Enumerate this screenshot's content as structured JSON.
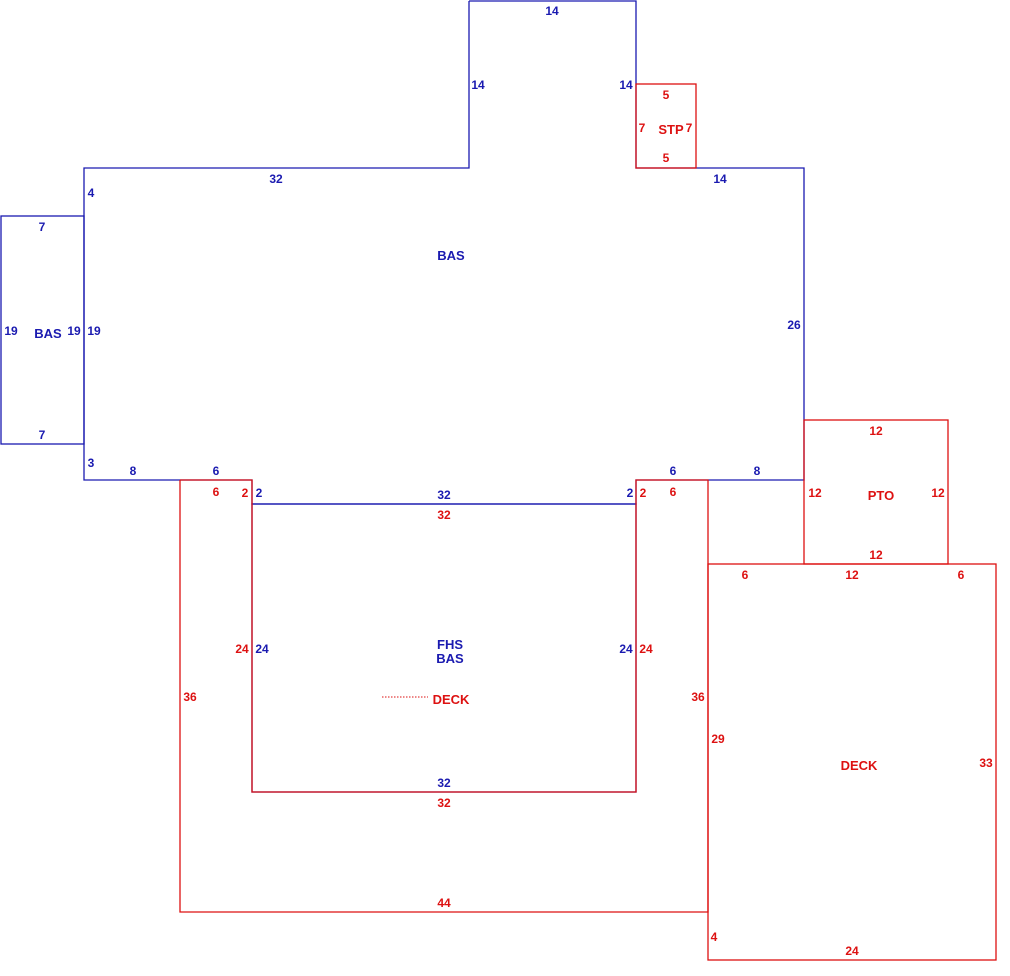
{
  "colors": {
    "building": "#1a1ab0",
    "addition": "#dd1111"
  },
  "areas": {
    "bas_main": "BAS",
    "bas_left": "BAS",
    "stp": "STP",
    "pto": "PTO",
    "fhs": "FHS",
    "fhs_bas": "BAS",
    "deck_inner": "DECK",
    "deck_right": "DECK"
  },
  "dims": {
    "top_14": "14",
    "top_left_14": "14",
    "top_right_14": "14",
    "main_top_32": "32",
    "main_left_4": "4",
    "left_top_7": "7",
    "left_bottom_7": "7",
    "left_outer_19": "19",
    "left_inner_19": "19",
    "main_left_19": "19",
    "main_left_3": "3",
    "main_bottom_8": "8",
    "main_bottom_6_left": "6",
    "main_right_14": "14",
    "main_right_26": "26",
    "main_bottom_6_right": "6",
    "main_bottom_8_right": "8",
    "stp_top_5": "5",
    "stp_left_7": "7",
    "stp_right_7": "7",
    "stp_bottom_5": "5",
    "fhs_top_32": "32",
    "fhs_left_24": "24",
    "fhs_right_24": "24",
    "fhs_bottom_32": "32",
    "fhs_left_2": "2",
    "fhs_right_2": "2",
    "deck_6_left": "6",
    "deck_2_left": "2",
    "deck_32_top": "32",
    "deck_24_left": "24",
    "deck_24_right": "24",
    "deck_2_right": "2",
    "deck_6_right": "6",
    "deck_36_left": "36",
    "deck_36_right": "36",
    "deck_32_bottom": "32",
    "deck_44": "44",
    "pto_top_12": "12",
    "pto_left_12": "12",
    "pto_right_12": "12",
    "pto_bottom_12": "12",
    "deck2_6_left": "6",
    "deck2_12": "12",
    "deck2_6_right": "6",
    "deck2_29": "29",
    "deck2_33": "33",
    "deck2_4": "4",
    "deck2_24": "24"
  }
}
